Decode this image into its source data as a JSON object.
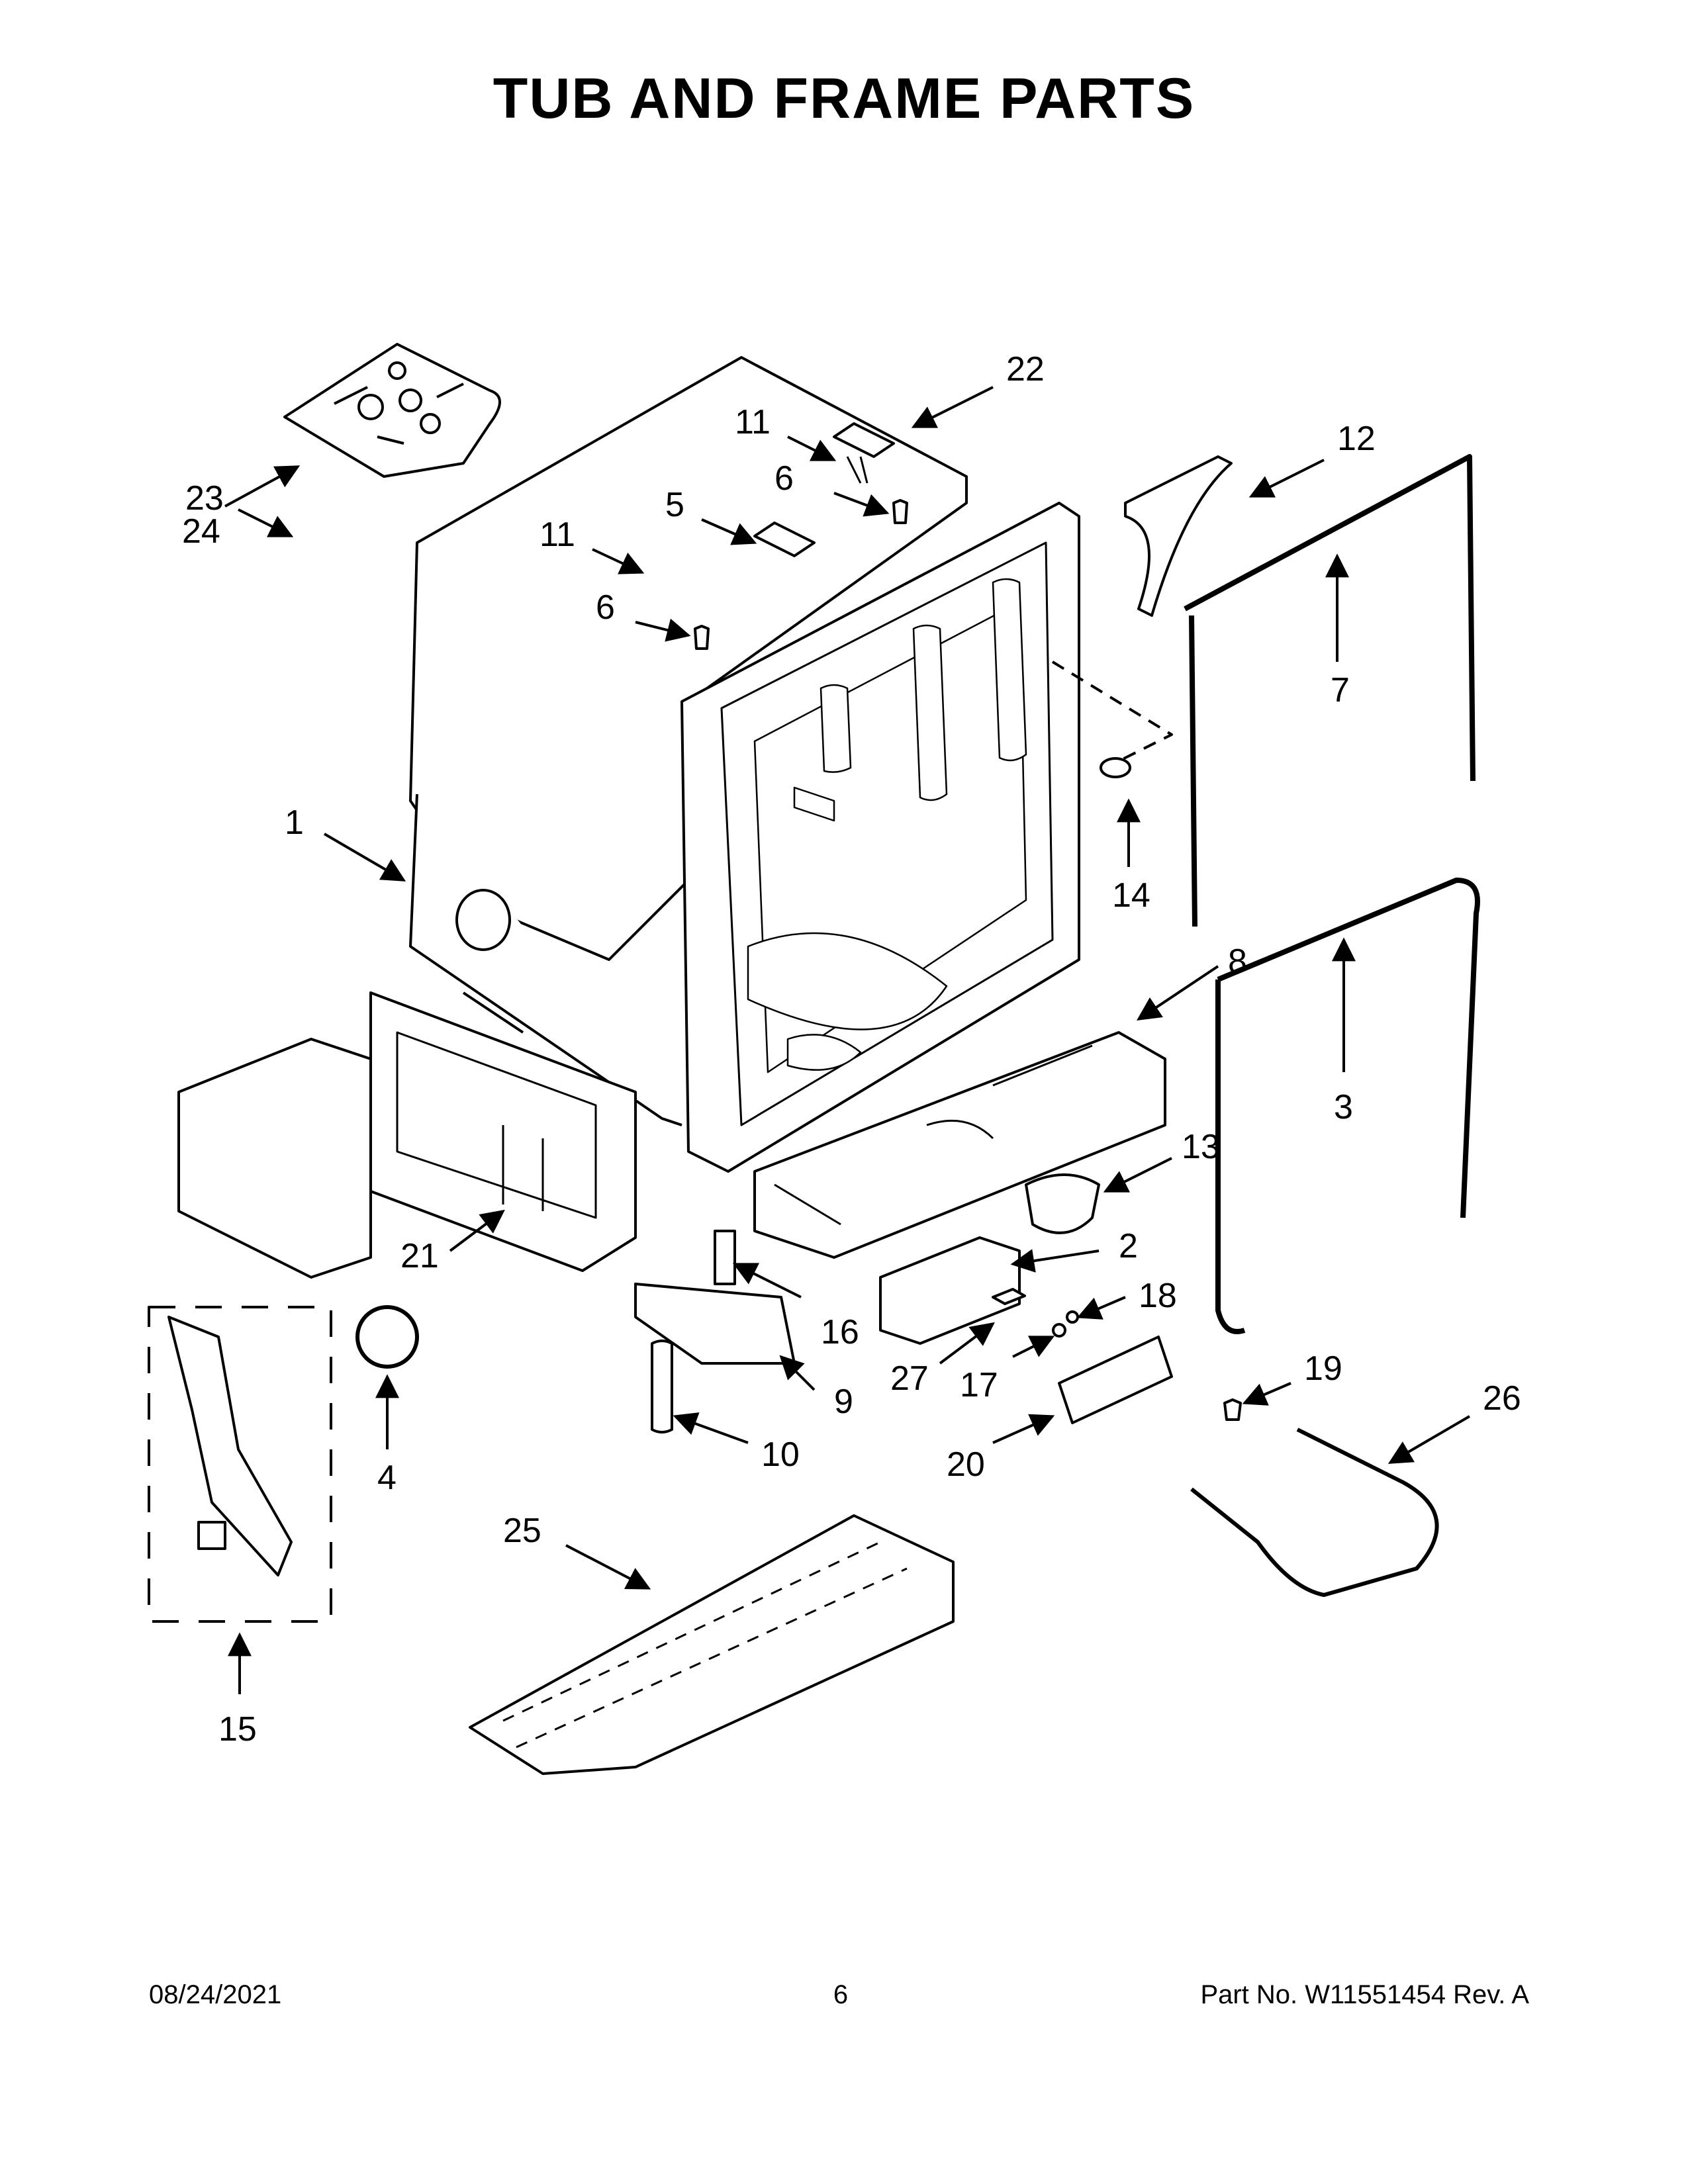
{
  "title": "TUB AND FRAME PARTS",
  "callouts": [
    "1",
    "2",
    "3",
    "4",
    "5",
    "6",
    "6",
    "7",
    "8",
    "9",
    "10",
    "11",
    "11",
    "12",
    "13",
    "14",
    "15",
    "16",
    "17",
    "18",
    "19",
    "20",
    "21",
    "22",
    "23",
    "24",
    "25",
    "26",
    "27"
  ],
  "footer": {
    "date": "08/24/2021",
    "page": "6",
    "part": "Part No.  W11551454  Rev.  A"
  }
}
